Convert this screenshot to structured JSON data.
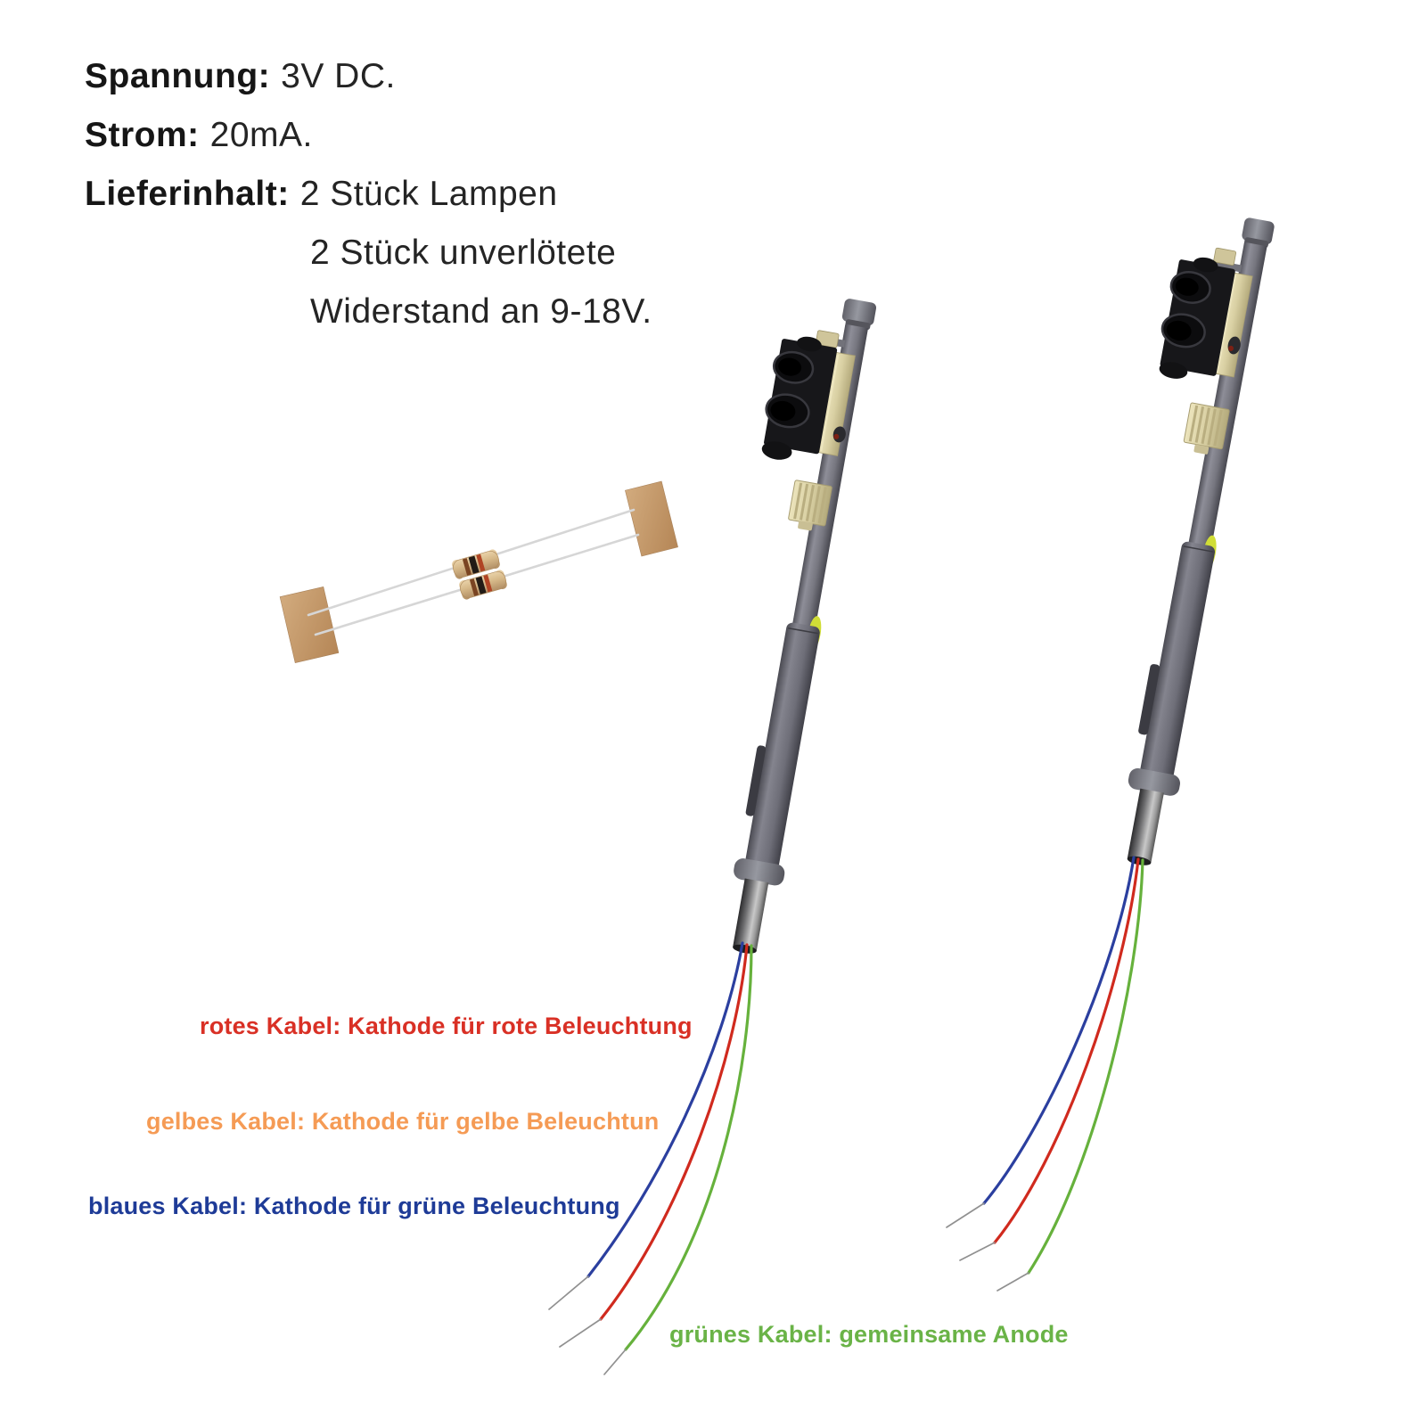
{
  "page": {
    "background": "#ffffff"
  },
  "specs": {
    "voltage": {
      "label": "Spannung:",
      "value": "3V DC."
    },
    "current": {
      "label": "Strom:",
      "value": "20mA."
    },
    "contents": {
      "label": "Lieferinhalt:",
      "value": "2 Stück Lampen"
    },
    "contents2": {
      "value": "2 Stück unverlötete"
    },
    "contents3": {
      "value": "Widerstand an 9-18V."
    }
  },
  "wire_labels": {
    "red": {
      "text": "rotes Kabel: Kathode für rote Beleuchtung",
      "color": "#d93025"
    },
    "yellow": {
      "text": "gelbes Kabel: Kathode für gelbe Beleuchtun",
      "color": "#f59b55"
    },
    "blue": {
      "text": "blaues Kabel: Kathode für grüne Beleuchtung",
      "color": "#1e3b97"
    },
    "green": {
      "text": "grünes Kabel: gemeinsame Anode",
      "color": "#6ab347"
    }
  },
  "wires": {
    "blue": {
      "color": "#2b3f9f"
    },
    "red": {
      "color": "#d02a1e"
    },
    "green": {
      "color": "#66b13c"
    },
    "bare_tip": {
      "color": "#909090"
    }
  },
  "figures": {
    "signal_left": {
      "icon": "signal-lamp-photo"
    },
    "signal_right": {
      "icon": "signal-lamp-photo"
    },
    "resistors": {
      "icon": "two-resistors-with-solder-pads"
    },
    "colors": {
      "mast_grey": "#75757d",
      "head_black": "#141416",
      "plate_cream": "#d8cfa2",
      "marker_yellow": "#d0dd36",
      "pad_copper": "#c49a6c",
      "resistor_tan": "#d6b888"
    }
  }
}
